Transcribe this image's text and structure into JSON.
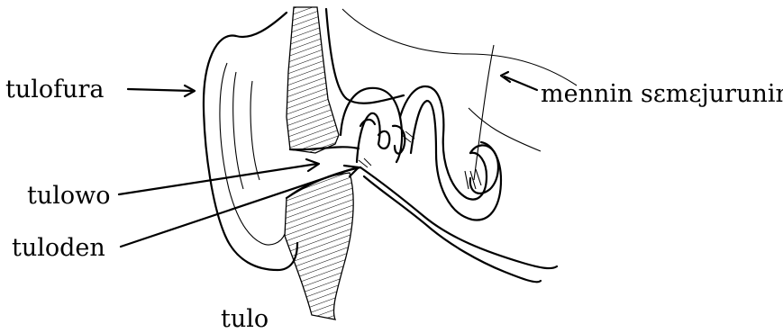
{
  "labels": {
    "outer_ear": "tulofura",
    "ear_canal": "tulowo",
    "eardrum": "tuloden",
    "ear": "tulo",
    "hearing_nerve": "mennin sεmεjurunin"
  },
  "ink_color": "#000000",
  "background": "#ffffff"
}
